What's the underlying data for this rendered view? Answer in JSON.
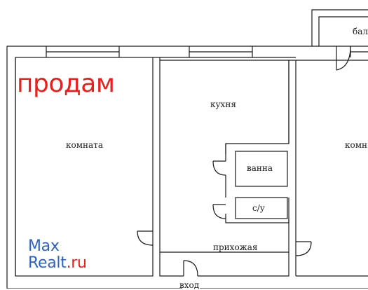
{
  "rooms": {
    "room_left": "комната",
    "kitchen": "кухня",
    "bathroom": "ванна",
    "toilet": "с/у",
    "hallway": "прихожая",
    "entrance": "вход",
    "balcony": "бал",
    "room_right": "комн"
  },
  "promo": {
    "text": "продам"
  },
  "logo": {
    "line1": "Max",
    "line2_main": "Realt",
    "line2_suffix": ".ru"
  },
  "colors": {
    "promo": "#e8201e",
    "logo_blue": "#2c63c8",
    "wall": "#1a1a1a"
  }
}
